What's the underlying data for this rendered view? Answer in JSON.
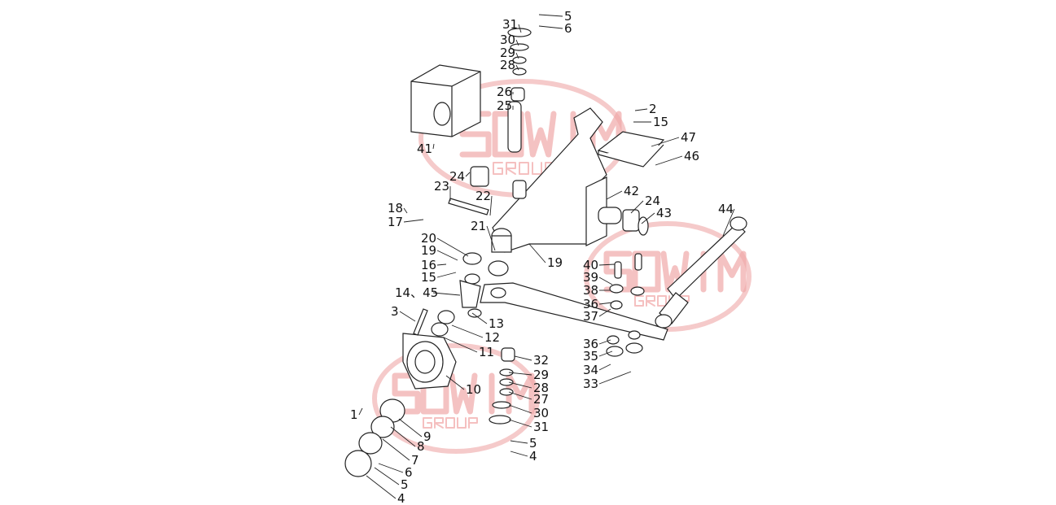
{
  "diagram": {
    "title": "Front axle / steering knuckle exploded parts diagram",
    "watermark": {
      "brand": "SOWIM",
      "sub": "GROUP",
      "color": "#f0a8a8"
    },
    "labels": [
      "31",
      "5",
      "6",
      "30",
      "29",
      "28",
      "26",
      "25",
      "2",
      "15",
      "47",
      "46",
      "41",
      "24",
      "23",
      "22",
      "42",
      "24",
      "43",
      "44",
      "18",
      "17",
      "21",
      "20",
      "19",
      "16",
      "15",
      "19",
      "40",
      "39",
      "38",
      "36",
      "37",
      "14、45",
      "3",
      "13",
      "12",
      "11",
      "36",
      "35",
      "34",
      "33",
      "32",
      "29",
      "28",
      "27",
      "30",
      "31",
      "5",
      "4",
      "10",
      "1",
      "9",
      "8",
      "7",
      "6",
      "5",
      "4"
    ]
  }
}
